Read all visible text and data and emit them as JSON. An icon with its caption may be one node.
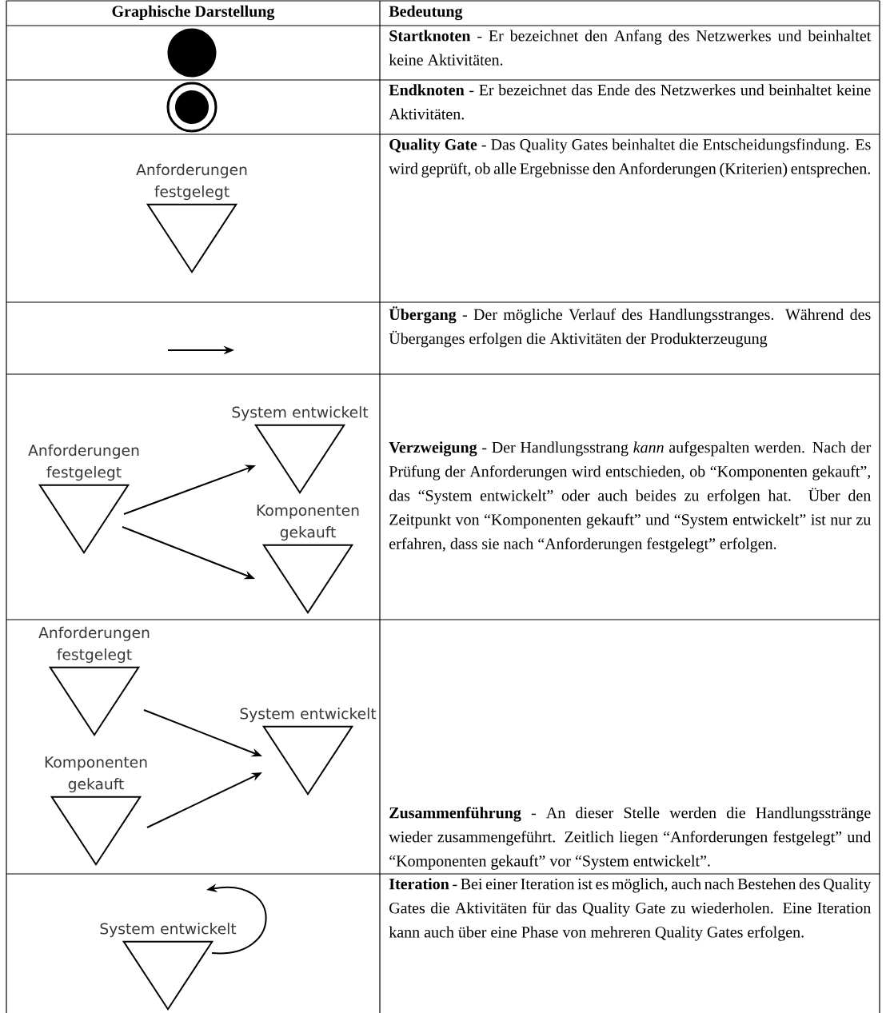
{
  "diagram": {
    "nodes": [
      {
        "text": [],
        "shape": "circle"
      },
      {
        "text": [],
        "shape": "circle"
      },
      {
        "text": [
          "Anforderungen festgelegt"
        ]
      },
      {
        "text": [
          "Anforderungen festgelegt"
        ]
      },
      {
        "text": [
          "System entwickelt"
        ]
      },
      {
        "text": [
          "Komponenten gekauft"
        ]
      },
      {
        "text": [
          "Anforderungen festgelegt"
        ]
      },
      {
        "text": [
          "Komponenten gekauft"
        ]
      },
      {
        "text": [
          "System entwickelt"
        ]
      },
      {
        "text": [
          "System entwickelt"
        ]
      }
    ],
    "edges": [
      {
        "from": 3,
        "to": 4,
        "arrow": "to"
      },
      {
        "from": 3,
        "to": 5,
        "arrow": "to"
      },
      {
        "from": 6,
        "to": 8,
        "arrow": "to"
      },
      {
        "from": 7,
        "to": 8,
        "arrow": "to"
      },
      {
        "from": 9,
        "to": 9,
        "arrow": "to"
      }
    ],
    "labels": [
      "Graphische Darstellung",
      "Bedeutung",
      "**Startknoten** - Er bezeichnet den Anfang des Netzwerkes und beinhaltet keine Aktivitäten.",
      "**Endknoten** - Er bezeichnet das Ende des Netzwerkes und beinhaltet keine Aktivitäten.",
      "**Quality Gate** - Das Quality Gates beinhaltet die Entscheidungsfindung. Es wird geprüft, ob alle Ergebnisse den Anforderungen (Kriterien) entsprechen.",
      "**Übergang** - Der mögliche Verlauf des Handlungsstranges. Während des Überganges erfolgen die Aktivitäten der Produkterzeugung",
      "**Verzweigung** - Der Handlungsstrang *kann* aufgespalten werden. Nach der Prüfung der Anforderungen wird entschieden, ob “Komponenten gekauft”, das “System entwickelt” oder auch beides zu erfolgen hat. Über den Zeitpunkt von “Komponenten gekauft” und “System entwickelt” ist nur zu erfahren, dass sie nach “Anforderungen festgelegt” erfolgen.",
      "**Zusammenführung** - An dieser Stelle werden die Handlungsstränge wieder zusammengeführt. Zeitlich liegen “Anforderungen festgelegt” und “Komponenten gekauft” vor “System entwickelt”.",
      "**Iteration** - Bei einer Iteration ist es möglich, auch nach Bestehen des Quality Gates die Aktivitäten für das Quality Gate zu wiederholen. Eine Iteration kann auch über eine Phase von mehreren Quality Gates erfolgen."
    ]
  }
}
